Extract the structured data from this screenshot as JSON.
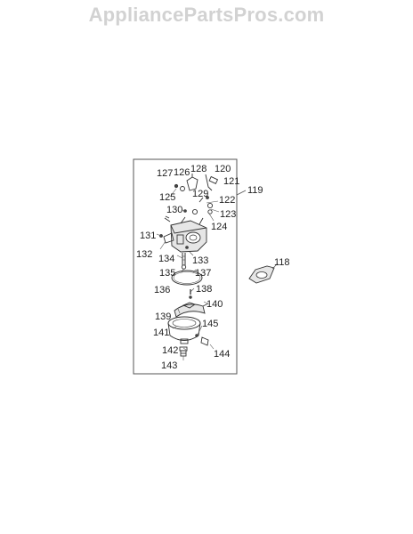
{
  "watermark": "AppliancePartsPros.com",
  "labels": {
    "p118": "118",
    "p119": "119",
    "p120": "120",
    "p121": "121",
    "p122": "122",
    "p123": "123",
    "p124": "124",
    "p125": "125",
    "p126": "126",
    "p127": "127",
    "p128": "128",
    "p129": "129",
    "p130": "130",
    "p131": "131",
    "p132": "132",
    "p133": "133",
    "p134": "134",
    "p135": "135",
    "p136": "136",
    "p137": "137",
    "p138": "138",
    "p139": "139",
    "p140": "140",
    "p141": "141",
    "p142": "142",
    "p143": "143",
    "p144": "144",
    "p145": "145"
  },
  "colors": {
    "watermark": "#d2d2d2",
    "line": "#333333",
    "text": "#222222"
  }
}
